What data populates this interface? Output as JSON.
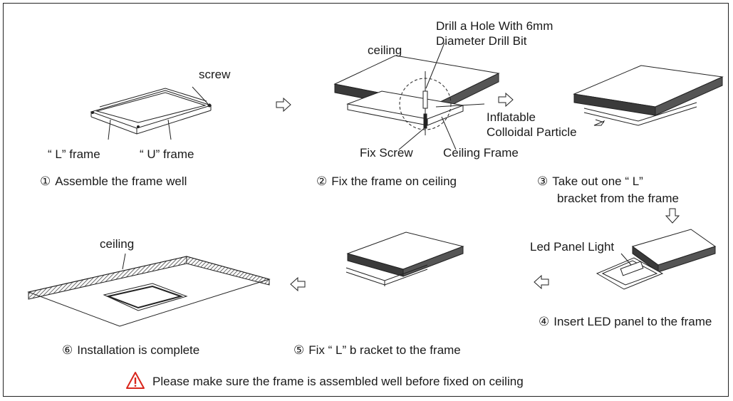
{
  "labels": {
    "screw": "screw",
    "l_frame": "“ L” frame",
    "u_frame": "“ U” frame",
    "ceiling_top": "ceiling",
    "drill_line1": "Drill a Hole With 6mm",
    "drill_line2": "Diameter Drill Bit",
    "inflatable_line1": "Inflatable",
    "inflatable_line2": "Colloidal Particle",
    "fix_screw": "Fix Screw",
    "ceiling_frame": "Ceiling Frame",
    "led_panel_light": "Led Panel Light",
    "ceiling_bottom": "ceiling"
  },
  "steps": [
    {
      "num": "①",
      "text": "Assemble the frame well"
    },
    {
      "num": "②",
      "text": "Fix the frame on ceiling"
    },
    {
      "num": "③",
      "line1": "Take out one “ L”",
      "line2": "bracket from the frame"
    },
    {
      "num": "④",
      "text": "Insert LED panel to the frame"
    },
    {
      "num": "⑤",
      "text": "Fix “ L” b  racket to the frame"
    },
    {
      "num": "⑥",
      "text": "Installation is complete"
    }
  ],
  "warning": {
    "icon": "warning-triangle-icon",
    "text": "Please make sure the frame is assembled well before fixed on ceiling",
    "color": "#d9261c"
  },
  "colors": {
    "line": "#222222",
    "hatch": "#555555",
    "panel_edge": "#3a3a3a"
  }
}
